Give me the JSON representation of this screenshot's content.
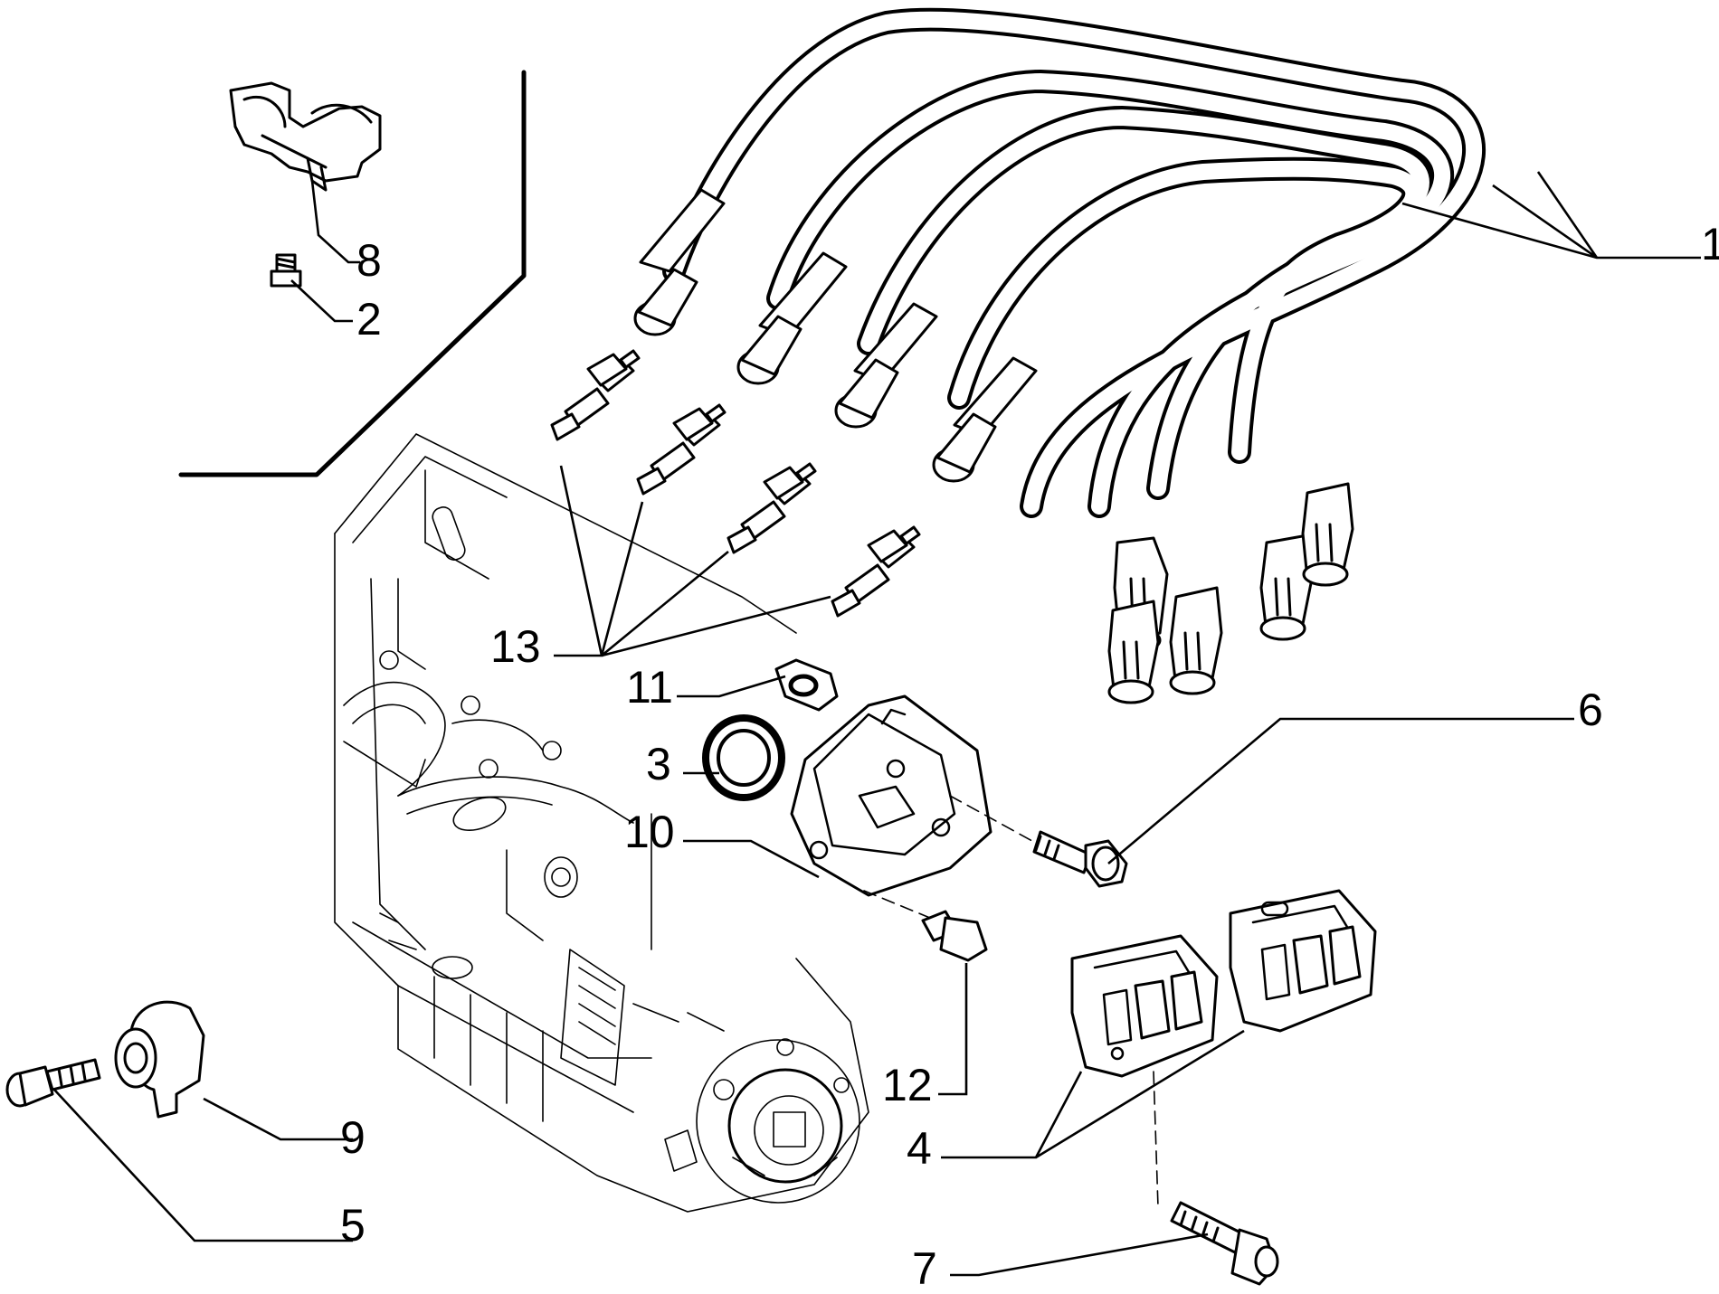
{
  "diagram": {
    "callouts": {
      "ignition_cables": "1",
      "bracket_screw": "2",
      "seal_ring": "3",
      "ignition_coils": "4",
      "sensor_bolt": "5",
      "flange_bolt": "6",
      "coil_bolt": "7",
      "cable_bracket": "8",
      "knock_sensor": "9",
      "coil_support": "10",
      "nut": "11",
      "support_bolt": "12",
      "spark_plugs": "13"
    }
  }
}
